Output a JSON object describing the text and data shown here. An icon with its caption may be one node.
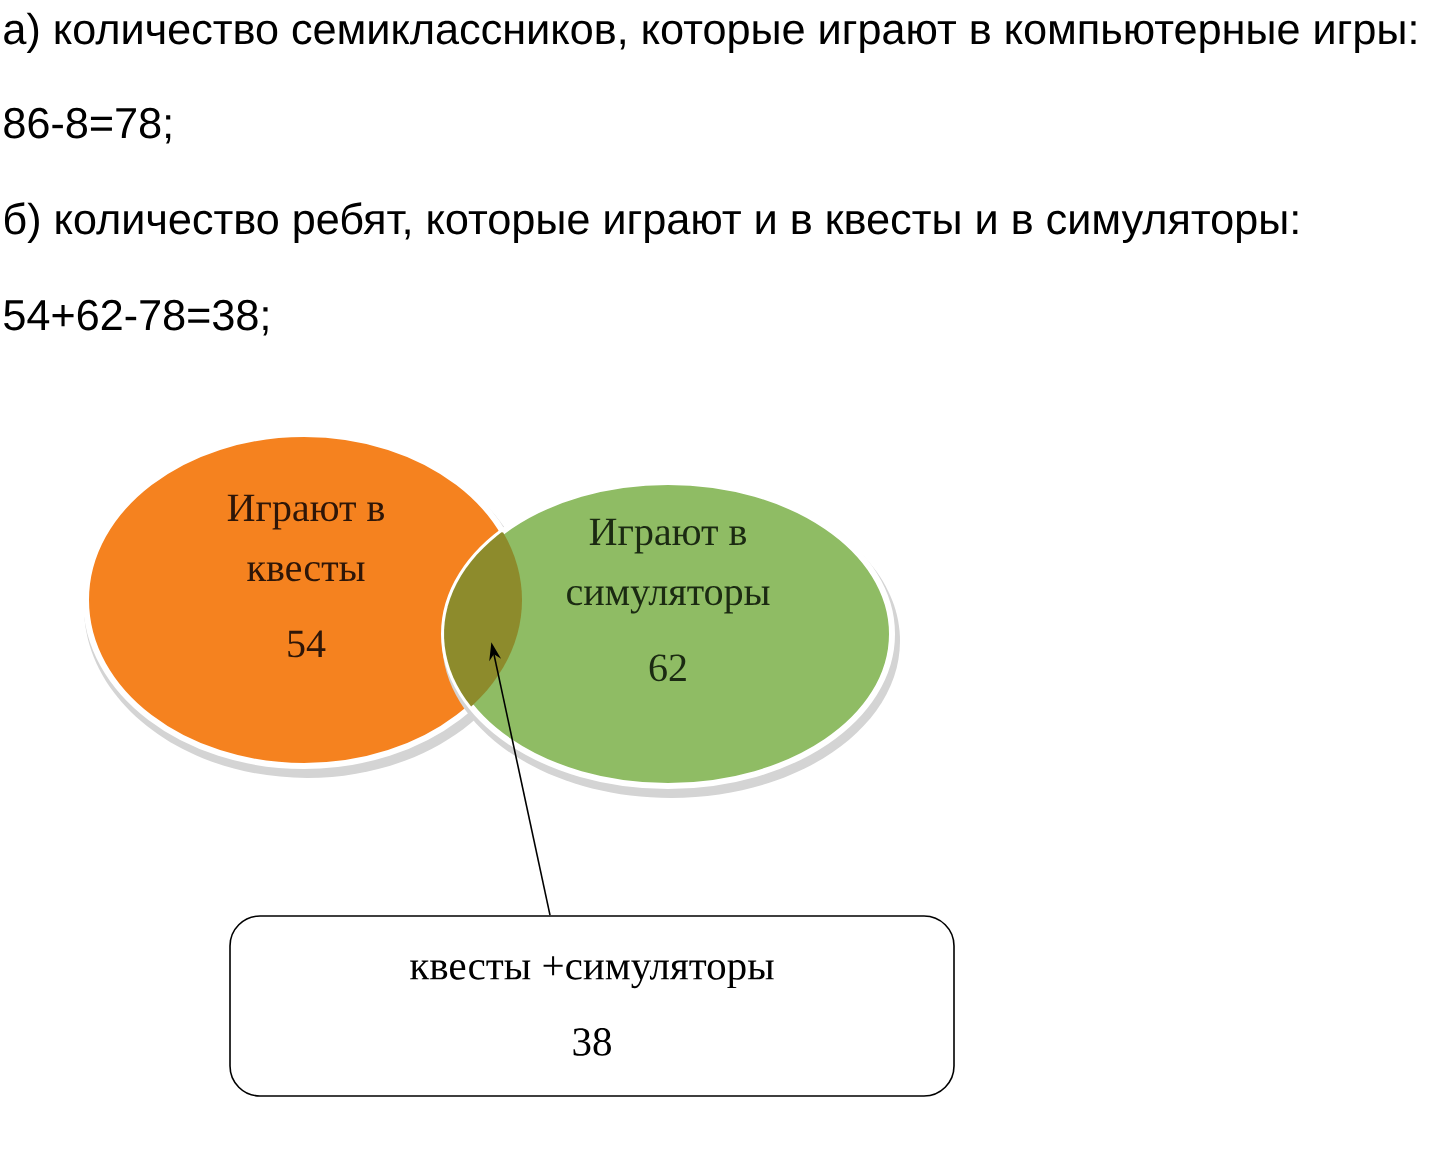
{
  "diagram": {
    "nodes": [
      {
        "text": [
          "Играют в квесты",
          "54"
        ]
      },
      {
        "text": [
          "Играют в симуляторы",
          "62"
        ]
      },
      {
        "text": [],
        "shape": "lens"
      },
      {
        "text": [
          "квесты +симуляторы",
          "38"
        ]
      }
    ],
    "edges": [
      {
        "from": 3,
        "to": 2,
        "arrow": "to"
      }
    ],
    "labels": [
      "а) количество семиклассников, которые играют в компьютерные игры:",
      "86-8=78;",
      "б) количество ребят, которые играют и в квесты и в симуляторы:",
      "54+62-78=38;"
    ]
  }
}
